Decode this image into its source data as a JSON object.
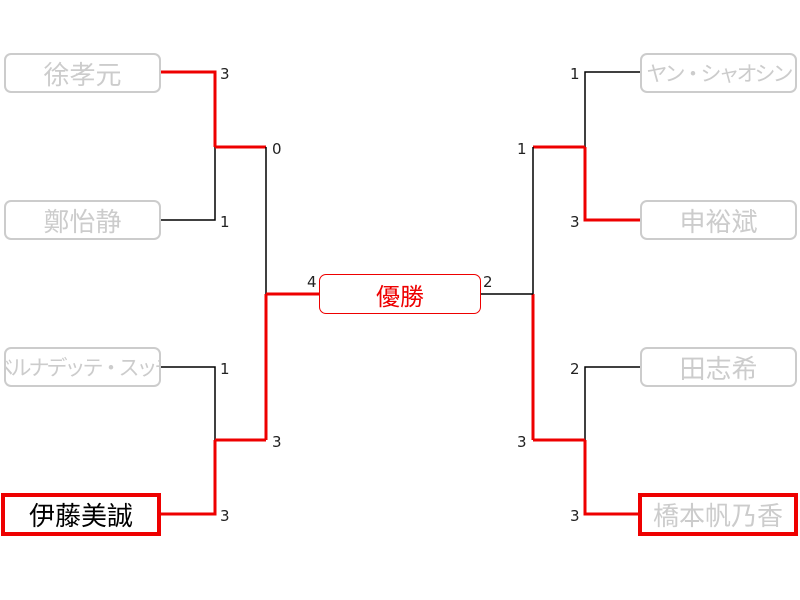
{
  "champion_label": "優勝",
  "left": {
    "players": [
      "徐孝元",
      "鄭怡静",
      "ベルナデッテ・スッチ",
      "伊藤美誠"
    ],
    "r1_scores": [
      "3",
      "1",
      "1",
      "3"
    ],
    "r2_scores": [
      "0",
      "3"
    ],
    "final_score": "4"
  },
  "right": {
    "players": [
      "ヤン・シャオシン",
      "申裕斌",
      "田志希",
      "橋本帆乃香"
    ],
    "r1_scores": [
      "1",
      "3",
      "2",
      "3"
    ],
    "r2_scores": [
      "1",
      "3"
    ],
    "final_score": "2"
  },
  "colors": {
    "win_line": "#ee0000",
    "line": "#000000",
    "faded_text": "#cccccc"
  }
}
